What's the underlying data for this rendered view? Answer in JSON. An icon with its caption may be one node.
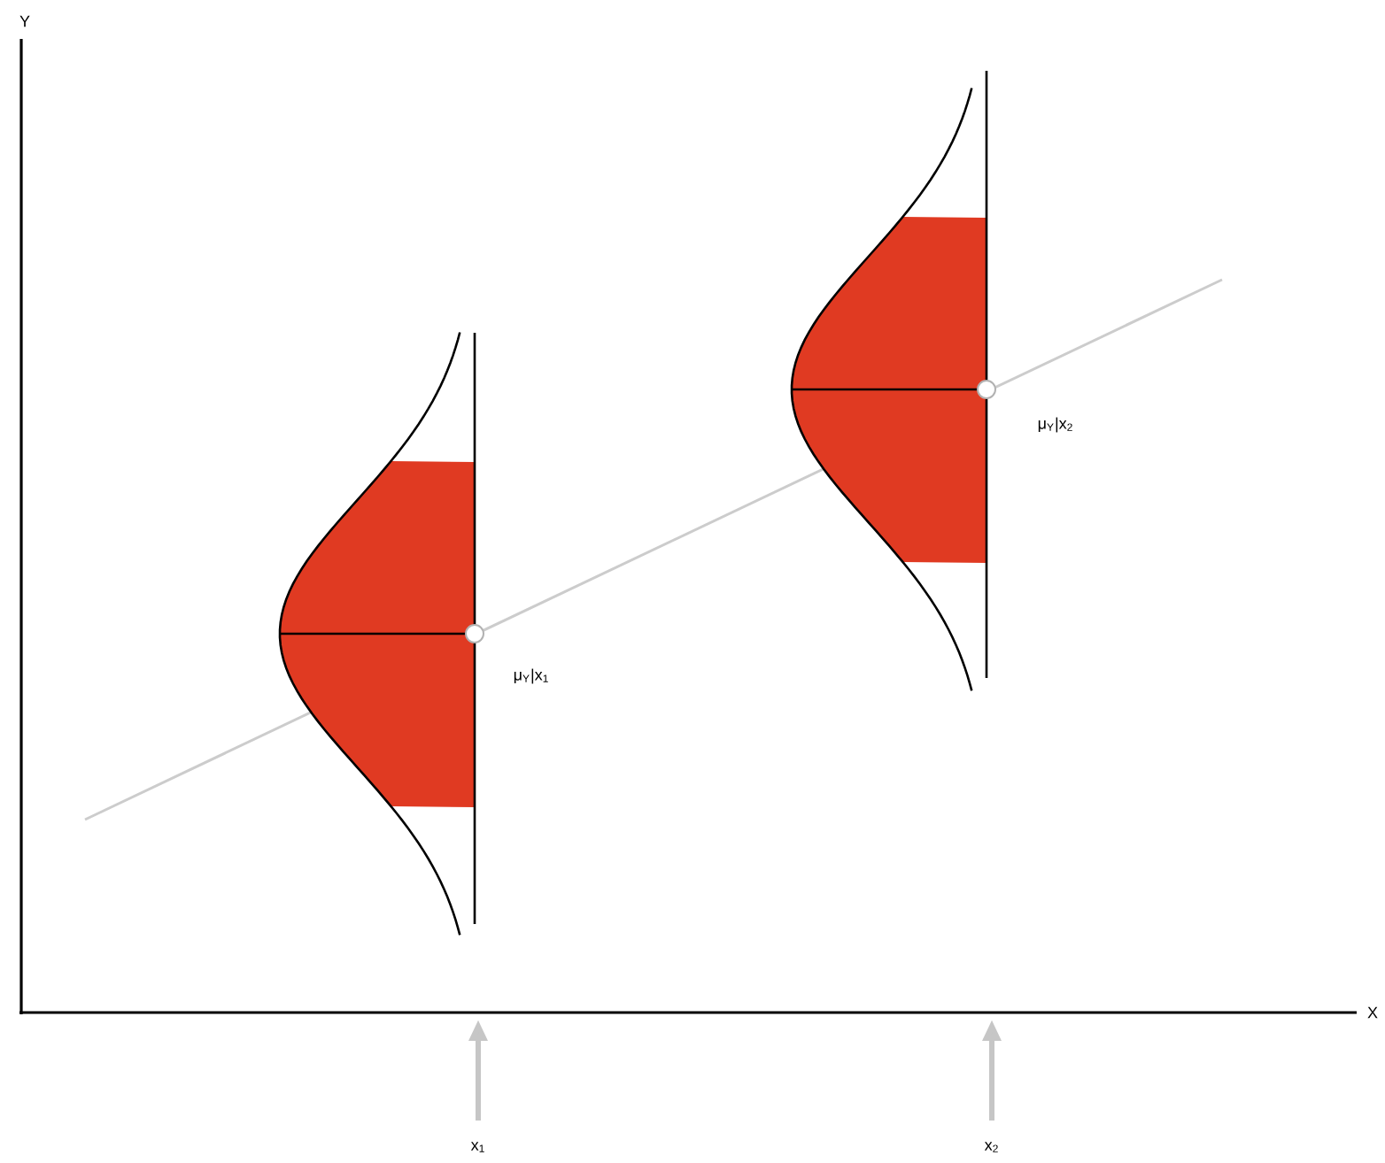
{
  "diagram": {
    "labels": [
      "Y",
      "X",
      "μ$_{Y}$|x$_{2}$",
      "μ$_{Y}$|x$_{1}$",
      "x$_{1}$",
      "x$_{2}$"
    ]
  }
}
